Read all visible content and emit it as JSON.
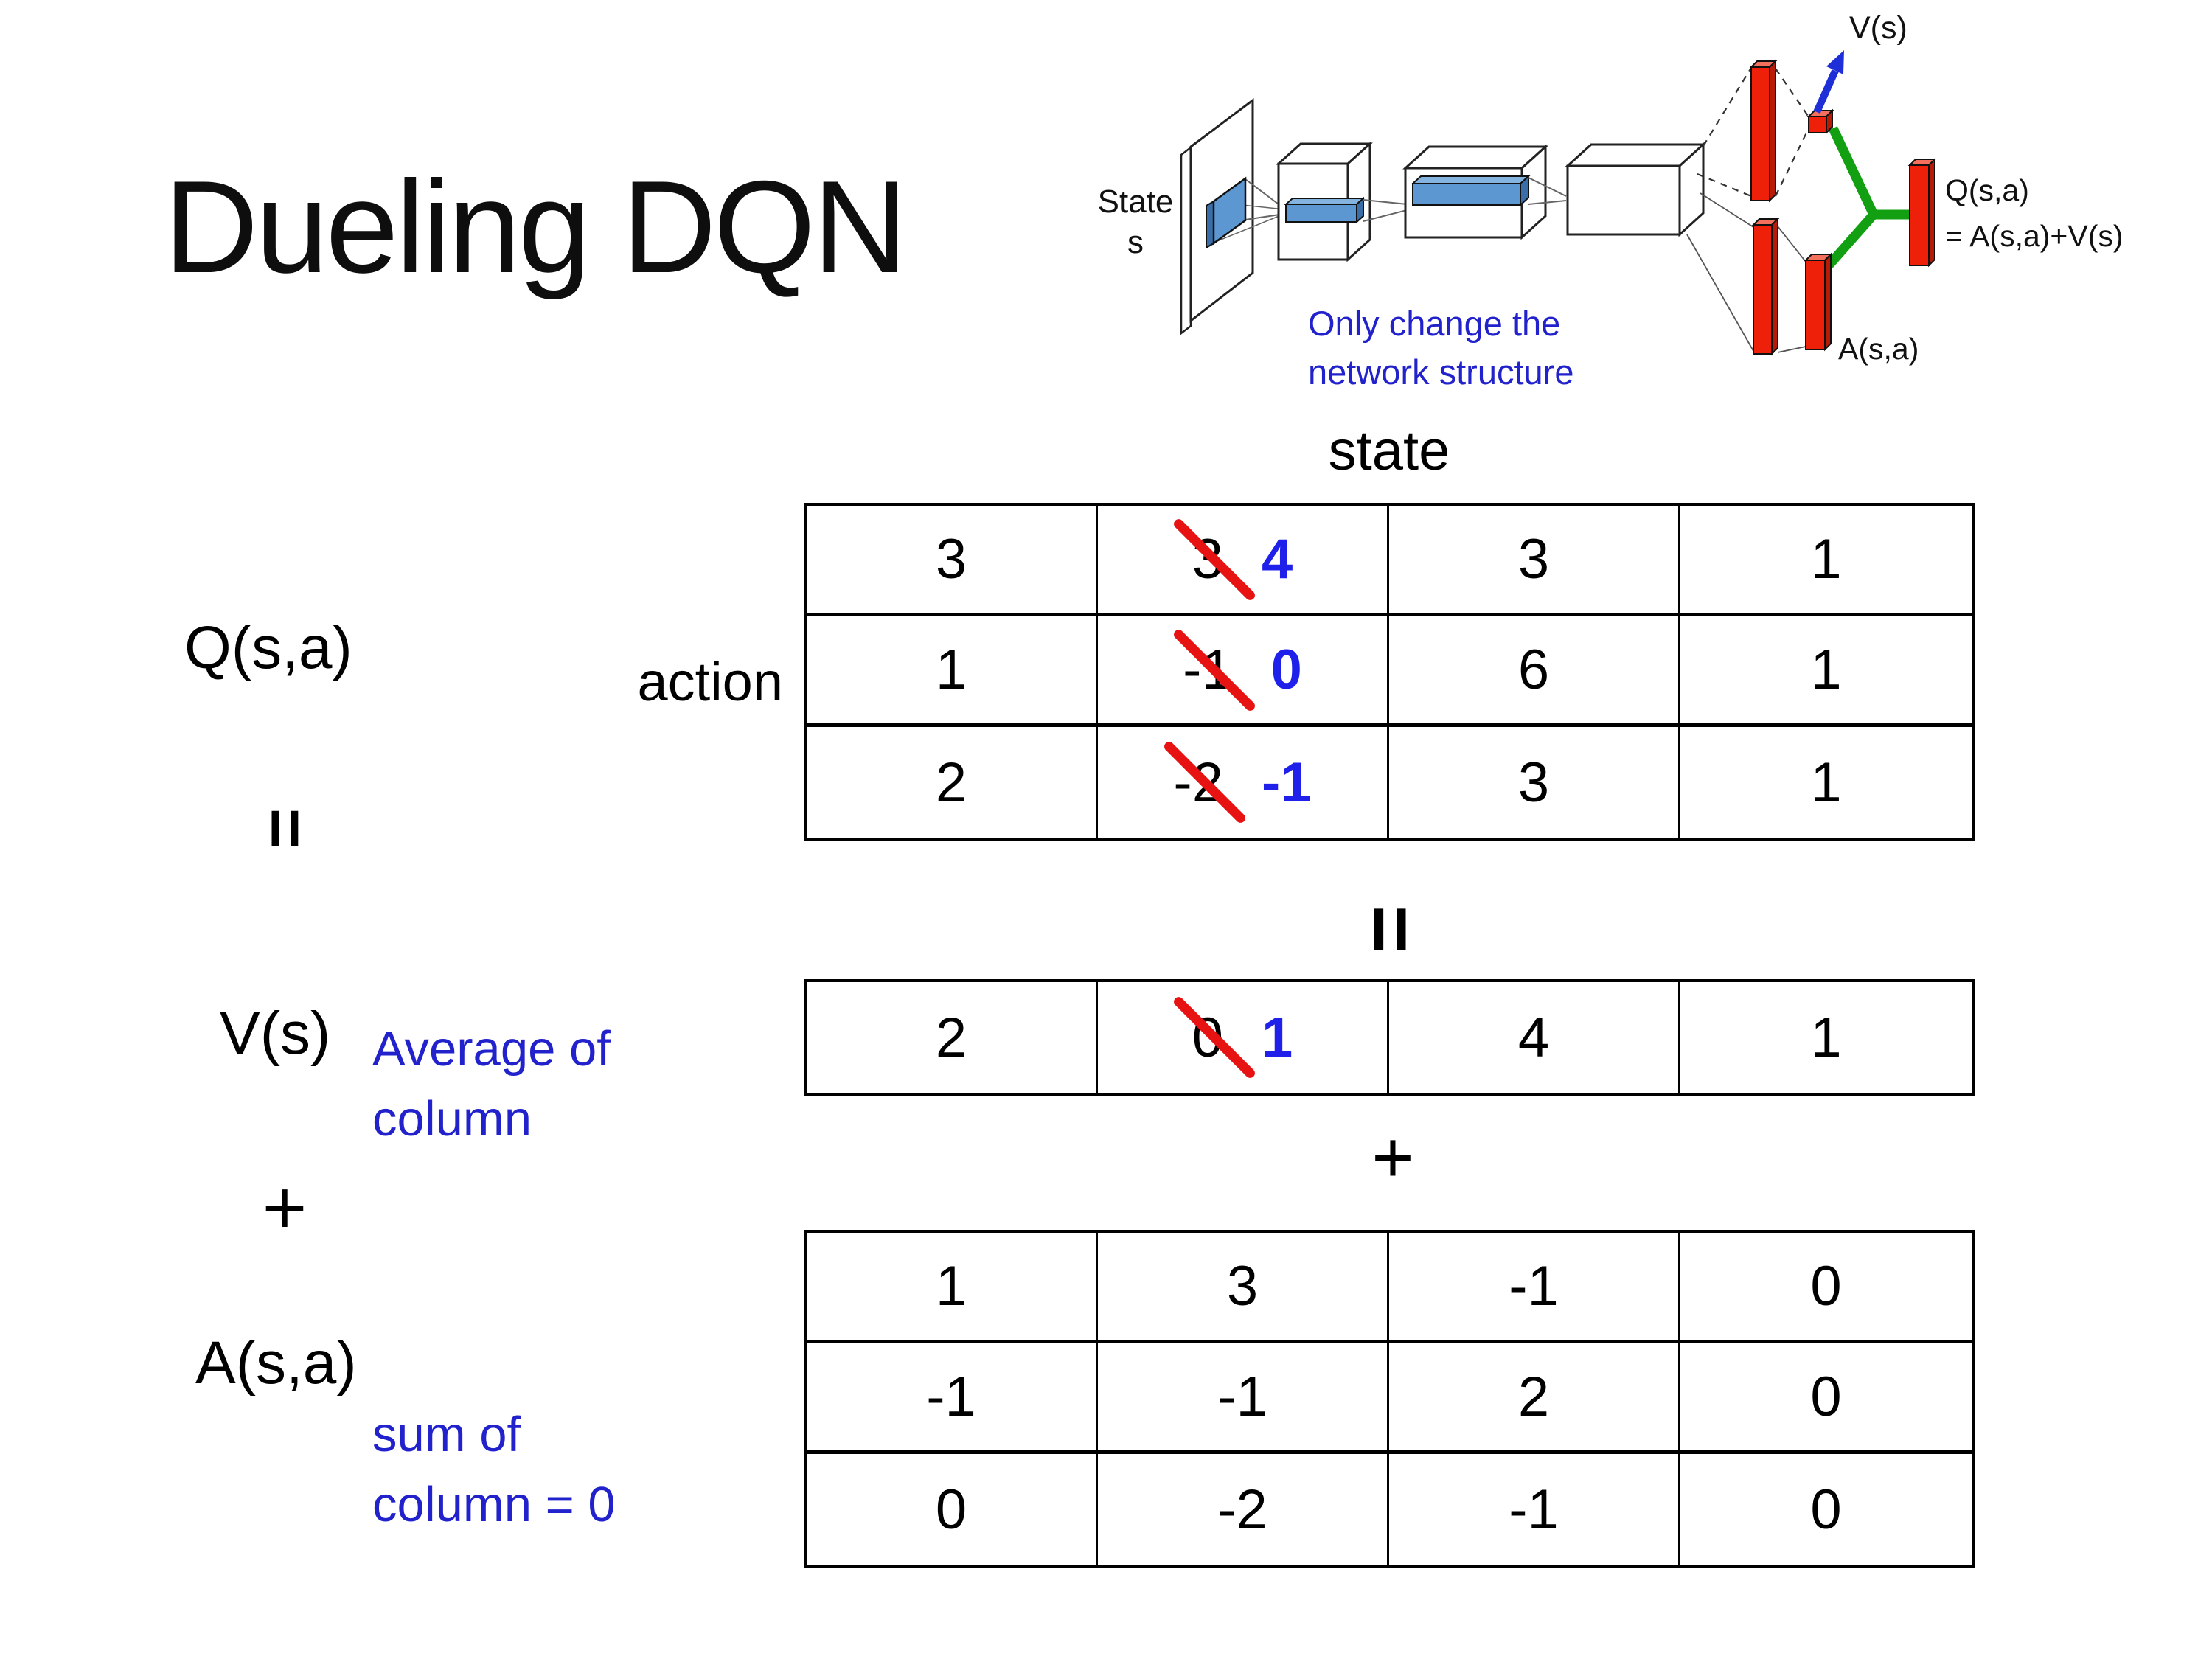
{
  "slide": {
    "title": "Dueling DQN"
  },
  "diagram": {
    "state_label_line1": "State",
    "state_label_line2": "s",
    "note_line1": "Only change the",
    "note_line2": "network structure",
    "v_out_label": "V(s)",
    "q_out_label": "Q(s,a)",
    "q_out_formula": "= A(s,a)+V(s)",
    "a_out_label": "A(s,a)"
  },
  "matrix_section": {
    "state_header": "state",
    "action_label": "action",
    "q_label": "Q(s,a)",
    "v_label": "V(s)",
    "a_label": "A(s,a)",
    "equals": "=",
    "plus": "+",
    "avg_note_line1": "Average of",
    "avg_note_line2": "column",
    "sum_note_line1": "sum of",
    "sum_note_line2": "column = 0",
    "q_table": {
      "rows": [
        {
          "c0": "3",
          "c1_old": "3",
          "c1_new": "4",
          "c2": "3",
          "c3": "1"
        },
        {
          "c0": "1",
          "c1_old": "-1",
          "c1_new": "0",
          "c2": "6",
          "c3": "1"
        },
        {
          "c0": "2",
          "c1_old": "-2",
          "c1_new": "-1",
          "c2": "3",
          "c3": "1"
        }
      ]
    },
    "v_table": {
      "c0": "2",
      "c1_old": "0",
      "c1_new": "1",
      "c2": "4",
      "c3": "1"
    },
    "a_table": {
      "rows": [
        {
          "c0": "1",
          "c1": "3",
          "c2": "-1",
          "c3": "0"
        },
        {
          "c0": "-1",
          "c1": "-1",
          "c2": "2",
          "c3": "0"
        },
        {
          "c0": "0",
          "c1": "-2",
          "c2": "-1",
          "c3": "0"
        }
      ]
    }
  },
  "colors": {
    "note_blue": "#2222cc",
    "new_value_blue": "#2020eb",
    "strike_red": "#e71313",
    "bar_red": "#ee2009",
    "bar_red_dark": "#b51b07",
    "bar_red_light": "#f2705c",
    "link_green": "#12a012",
    "arrow_blue": "#1f2fd8",
    "slab_blue": "#5d97d1",
    "slab_blue_light": "#85b3e0",
    "slab_blue_dark": "#3a6ea8"
  }
}
